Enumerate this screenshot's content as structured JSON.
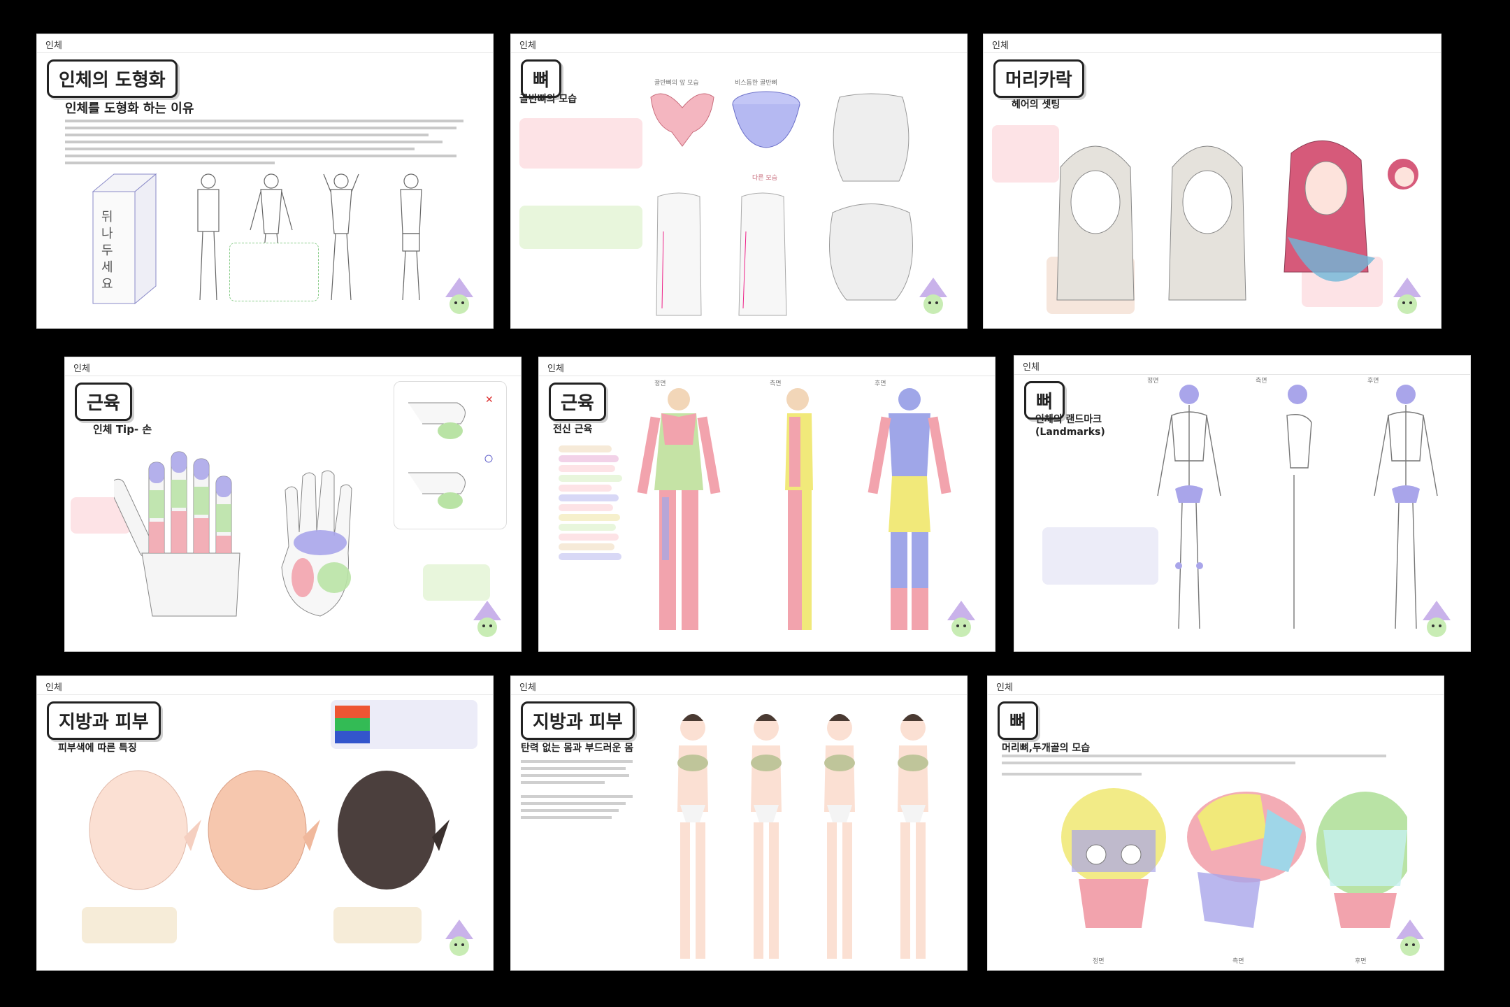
{
  "slides": [
    {
      "category": "인체",
      "title": "인체의 도형화",
      "subtitle": "인체를 도형화 하는 이유",
      "box_label": "뒤 나 두 세 요"
    },
    {
      "category": "인체",
      "title": "뼈",
      "subtitle": "골반뼈의 모습",
      "labels": [
        "골반뼈의 앞 모습",
        "비스듬한 골반뼈",
        "다른 모습"
      ]
    },
    {
      "category": "인체",
      "title": "머리카락",
      "subtitle": "헤어의 셋팅"
    },
    {
      "category": "인체",
      "title": "근육",
      "subtitle": "인체 Tip- 손"
    },
    {
      "category": "인체",
      "title": "근육",
      "subtitle": "전신 근육",
      "view_labels": [
        "정면",
        "측면",
        "후면"
      ]
    },
    {
      "category": "인체",
      "title": "뼈",
      "subtitle": "인체의 랜드마크 (Landmarks)",
      "view_labels": [
        "정면",
        "측면",
        "후면"
      ]
    },
    {
      "category": "인체",
      "title": "지방과 피부",
      "subtitle": "피부색에 따른 특징"
    },
    {
      "category": "인체",
      "title": "지방과 피부",
      "subtitle": "탄력 없는 몸과 부드러운 몸"
    },
    {
      "category": "인체",
      "title": "뼈",
      "subtitle": "머리뼈,두개골의 모습",
      "view_labels": [
        "정면",
        "측면",
        "후면"
      ]
    }
  ],
  "colors": {
    "background": "#000000",
    "slide": "#ffffff",
    "muscle_pink": "#f2a3ad",
    "muscle_green": "#b9e3a5",
    "muscle_blue": "#9fa6e8",
    "muscle_yellow": "#f1e97a",
    "bone_purple": "#a9a5ea",
    "skin_pale": "#fbe0d3",
    "skin_dark": "#4b3f3d"
  }
}
